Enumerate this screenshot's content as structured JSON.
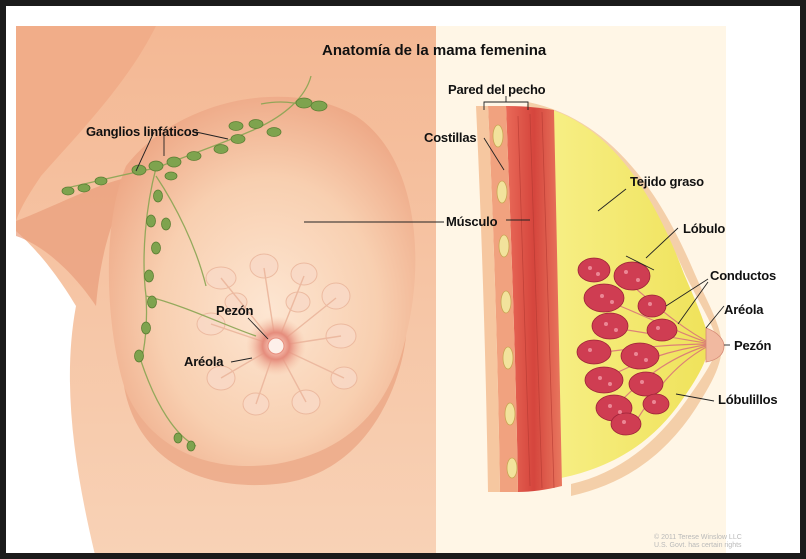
{
  "title": "Anatomía de la mama femenina",
  "labels": {
    "ganglios": "Ganglios linfáticos",
    "pezon_left": "Pezón",
    "areola_left": "Aréola",
    "pared": "Pared del pecho",
    "costillas": "Costillas",
    "musculo": "Músculo",
    "tejido": "Tejido graso",
    "lobulo": "Lóbulo",
    "conductos": "Conductos",
    "areola_right": "Aréola",
    "pezon_right": "Pezón",
    "lobulillos": "Lóbulillos"
  },
  "copyright": {
    "line1": "© 2011 Terese Winslow LLC",
    "line2": "U.S. Govt. has certain rights"
  },
  "colors": {
    "skin": "#f7c9a8",
    "skin_light": "#fbe2cc",
    "lymph": "#7ea34e",
    "muscle": "#d9534a",
    "fat": "#f4ea6a",
    "lobule": "#cf3d52",
    "frame": "#1b1b1b"
  }
}
